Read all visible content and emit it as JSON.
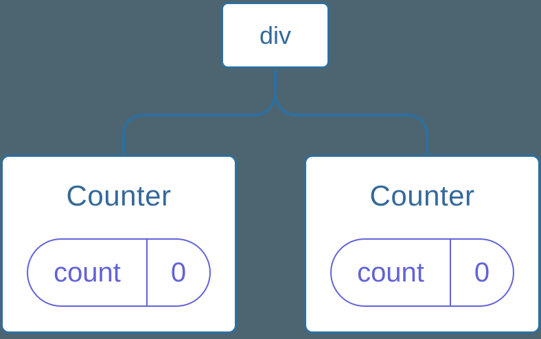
{
  "diagram": {
    "description": "React component tree diagram: a div root element with two Counter component children, each holding independent state",
    "background_color": "#4d6571",
    "colors": {
      "card_background": "#ffffff",
      "node_border": "#2e6f9e",
      "connector": "#2e6f9e",
      "node_text": "#35699a",
      "state_accent": "#6262d8"
    },
    "root_node": {
      "label": "div"
    },
    "children": [
      {
        "label": "Counter",
        "state": {
          "key": "count",
          "value": "0"
        }
      },
      {
        "label": "Counter",
        "state": {
          "key": "count",
          "value": "0"
        }
      }
    ]
  }
}
